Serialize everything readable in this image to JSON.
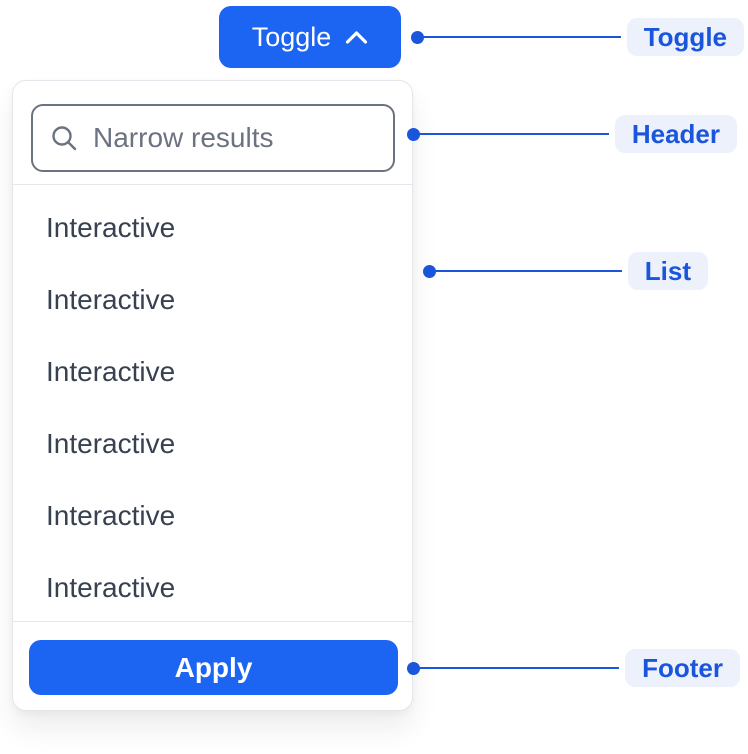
{
  "toggle_button": {
    "label": "Toggle",
    "icon": "chevron-up-icon"
  },
  "dropdown": {
    "search": {
      "placeholder": "Narrow results",
      "icon": "search-icon",
      "value": ""
    },
    "list": {
      "items": [
        "Interactive",
        "Interactive",
        "Interactive",
        "Interactive",
        "Interactive",
        "Interactive"
      ]
    },
    "footer": {
      "apply_label": "Apply"
    }
  },
  "annotations": {
    "toggle": "Toggle",
    "header": "Header",
    "list": "List",
    "footer": "Footer"
  },
  "colors": {
    "primary_blue": "#1c64f2",
    "annotation_blue": "#1a56db",
    "annotation_pill_bg": "#ecf1fc",
    "panel_border": "#e3e6eb",
    "divider": "#e5e7eb",
    "input_border": "#6b7280",
    "placeholder_text": "#6b7280",
    "list_text": "#374151",
    "button_text": "#ffffff",
    "background": "#ffffff"
  }
}
